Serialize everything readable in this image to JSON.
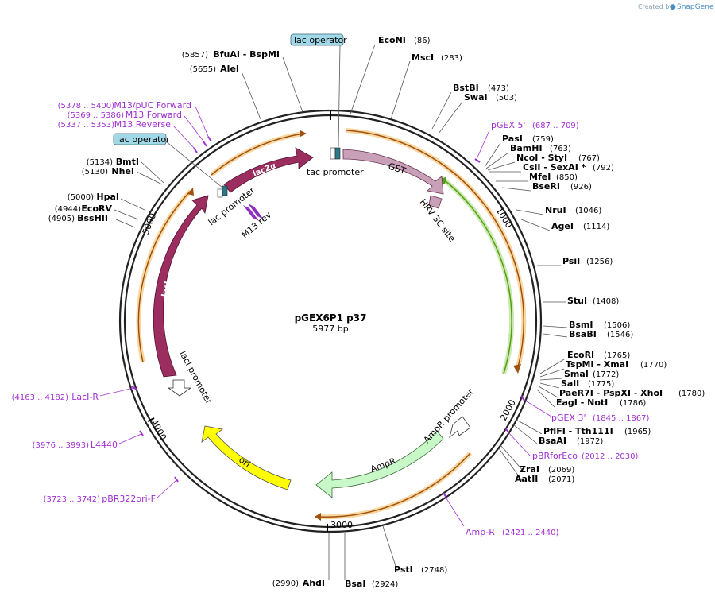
{
  "credit": {
    "prefix": "Created by",
    "brand": "SnapGene"
  },
  "plasmid": {
    "name": "pGEX6P1 p37",
    "length_label": "5977 bp",
    "length": 5977
  },
  "ticks": [
    {
      "pos": 1000,
      "label": "1000"
    },
    {
      "pos": 2000,
      "label": "2000"
    },
    {
      "pos": 3000,
      "label": "3000"
    },
    {
      "pos": 4000,
      "label": "4000"
    },
    {
      "pos": 5000,
      "label": "5000"
    }
  ],
  "sites": [
    {
      "name": "EcoNI",
      "pos": "(86)"
    },
    {
      "name": "MscI",
      "pos": "(283)"
    },
    {
      "name": "BstBI",
      "pos": "(473)"
    },
    {
      "name": "SwaI",
      "pos": "(503)"
    },
    {
      "name": "PasI",
      "pos": "(759)"
    },
    {
      "name": "BamHI",
      "pos": "(763)"
    },
    {
      "name": "NcoI  - StyI",
      "pos": "(767)"
    },
    {
      "name": "CsiI  - SexAI *",
      "pos": "(792)"
    },
    {
      "name": "MfeI",
      "pos": "(850)"
    },
    {
      "name": "BseRI",
      "pos": "(926)"
    },
    {
      "name": "NruI",
      "pos": "(1046)"
    },
    {
      "name": "AgeI",
      "pos": "(1114)"
    },
    {
      "name": "PsiI",
      "pos": "(1256)"
    },
    {
      "name": "StuI",
      "pos": "(1408)"
    },
    {
      "name": "BsmI",
      "pos": "(1506)"
    },
    {
      "name": "BsaBI",
      "pos": "(1546)"
    },
    {
      "name": "EcoRI",
      "pos": "(1765)"
    },
    {
      "name": "TspMI  - XmaI",
      "pos": "(1770)"
    },
    {
      "name": "SmaI",
      "pos": "(1772)"
    },
    {
      "name": "SalI",
      "pos": "(1775)"
    },
    {
      "name": "PaeR7I  - PspXI  - XhoI",
      "pos": "(1780)"
    },
    {
      "name": "EagI  - NotI",
      "pos": "(1786)"
    },
    {
      "name": "PflFI  - Tth111I",
      "pos": "(1965)"
    },
    {
      "name": "BsaAI",
      "pos": "(1972)"
    },
    {
      "name": "ZraI",
      "pos": "(2069)"
    },
    {
      "name": "AatII",
      "pos": "(2071)"
    },
    {
      "name": "PstI",
      "pos": "(2748)"
    },
    {
      "name": "BsaI",
      "pos": "(2924)"
    },
    {
      "name": "AhdI",
      "pos": "(2990)"
    },
    {
      "name": "BssHII",
      "pos": "(4905)"
    },
    {
      "name": "EcoRV",
      "pos": "(4944)"
    },
    {
      "name": "HpaI",
      "pos": "(5000)"
    },
    {
      "name": "NheI",
      "pos": "(5130)"
    },
    {
      "name": "BmtI",
      "pos": "(5134)"
    },
    {
      "name": "AleI",
      "pos": "(5655)"
    },
    {
      "name": "BfuAI  - BspMI",
      "pos": "(5857)"
    }
  ],
  "primers": [
    {
      "name": "pGEX 5'",
      "range": "(687 .. 709)"
    },
    {
      "name": "pGEX 3'",
      "range": "(1845 .. 1867)"
    },
    {
      "name": "pBRforEco",
      "range": "(2012 .. 2030)"
    },
    {
      "name": "Amp-R",
      "range": "(2421 .. 2440)"
    },
    {
      "name": "pBR322ori-F",
      "range": "(3723 .. 3742)"
    },
    {
      "name": "L4440",
      "range": "(3976 .. 3993)"
    },
    {
      "name": "LacI-R",
      "range": "(4163 .. 4182)"
    },
    {
      "name": "M13 Reverse",
      "range": "(5337 .. 5353)"
    },
    {
      "name": "M13 Forward",
      "range": "(5369 .. 5386)"
    },
    {
      "name": "M13/pUC Forward",
      "range": "(5378 .. 5400)"
    }
  ],
  "features": {
    "GST": "GST",
    "HRV": "HRV 3C site",
    "lacZa": "lacZα",
    "lacI": "lacI",
    "lacI_promoter": "lacI promoter",
    "lac_promoter": "lac promoter",
    "tac_promoter": "tac promoter",
    "M13_rev": "M13 rev",
    "AmpR": "AmpR",
    "AmpR_promoter": "AmpR promoter",
    "ori": "ori",
    "lac_operator_1": "lac operator",
    "lac_operator_2": "lac operator"
  },
  "colors": {
    "backbone": "#222222",
    "GST": "#c8a0b8",
    "lacZa": "#9b2e5e",
    "lacI": "#9b2e5e",
    "AmpR": "#c8f8c8",
    "ori": "#ffff00",
    "primer": "#a030d0",
    "orange_arc": "#f0a020",
    "green_arc": "#50a010",
    "operator_box": "#a0d8e8"
  }
}
